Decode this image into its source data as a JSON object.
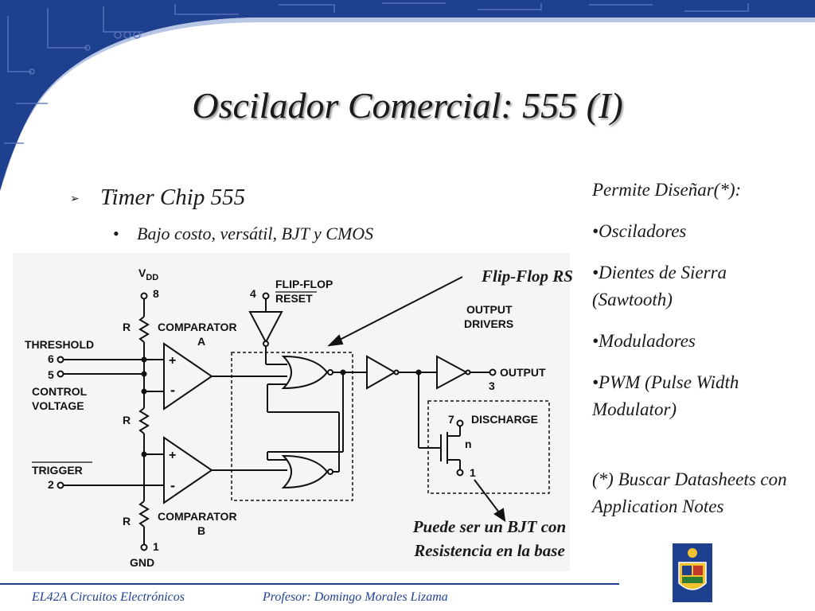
{
  "slide": {
    "title": "Oscilador Comercial: 555 (I)",
    "bullet_main": "Timer Chip 555",
    "bullet_sub": "Bajo costo, versátil, BJT y CMOS",
    "bullet_arrow": "➢",
    "bullet_dot": "•"
  },
  "right_panel": {
    "heading": "Permite Diseñar(*):",
    "items": [
      "•Osciladores",
      "•Dientes de Sierra (Sawtooth)",
      "•Moduladores",
      "•PWM (Pulse Width Modulator)"
    ],
    "note": "(*) Buscar Datasheets con Application Notes"
  },
  "annotations": {
    "flipflop": "Flip-Flop RS",
    "bjt_line1": "Puede ser un BJT con",
    "bjt_line2": "Resistencia en la base"
  },
  "circuit": {
    "vdd": "V",
    "vdd_sub": "DD",
    "pin8": "8",
    "pin4": "4",
    "flipflop_label": "FLIP-FLOP",
    "reset_label": "RESET",
    "output_drivers_1": "OUTPUT",
    "output_drivers_2": "DRIVERS",
    "comparator_a_1": "COMPARATOR",
    "comparator_a_2": "A",
    "threshold": "THRESHOLD",
    "pin6": "6",
    "pin5": "5",
    "control_1": "CONTROL",
    "control_2": "VOLTAGE",
    "r_label": "R",
    "trigger": "TRIGGER",
    "pin2": "2",
    "comparator_b_1": "COMPARATOR",
    "comparator_b_2": "B",
    "pin1_gnd": "1",
    "gnd": "GND",
    "output": "OUTPUT",
    "pin3": "3",
    "pin7": "7",
    "discharge": "DISCHARGE",
    "n": "n",
    "pin1": "1",
    "plus": "+",
    "minus": "-"
  },
  "footer": {
    "course": "EL42A Circuitos Electrónicos",
    "professor": "Profesor: Domingo Morales Lizama"
  },
  "colors": {
    "banner": "#1f3f8f",
    "text": "#1a1a1a"
  }
}
